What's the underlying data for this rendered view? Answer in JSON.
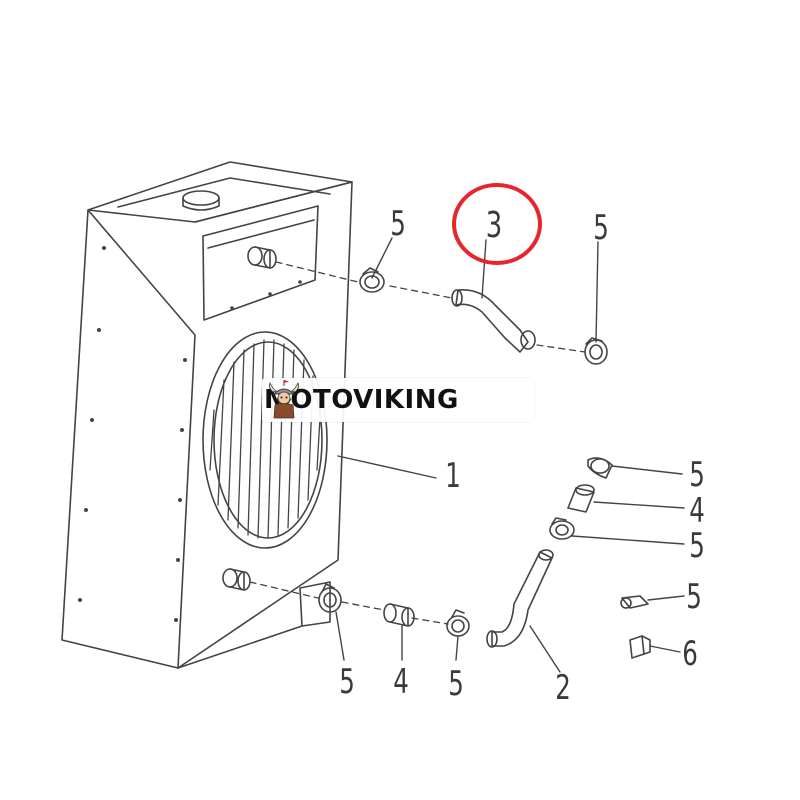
{
  "diagram": {
    "callouts": {
      "hose_upper_label": "3",
      "clamp_upper_left_label": "5",
      "clamp_upper_right_label": "5",
      "radiator_label": "1",
      "clamp_right_top_label": "5",
      "sleeve_right_label": "4",
      "clamp_right_mid_label": "5",
      "clip_loose_label": "5",
      "clip_bracket_label": "6",
      "clamp_bottom_left_label": "5",
      "sleeve_bottom_label": "4",
      "clamp_bottom_mid_label": "5",
      "hose_lower_label": "2"
    },
    "highlight": {
      "target": "3",
      "color": "#e8242c"
    },
    "line_color": "#444444"
  },
  "watermark": {
    "brand": "MOTOVIKING",
    "logo_icon": "viking-mascot-icon"
  }
}
